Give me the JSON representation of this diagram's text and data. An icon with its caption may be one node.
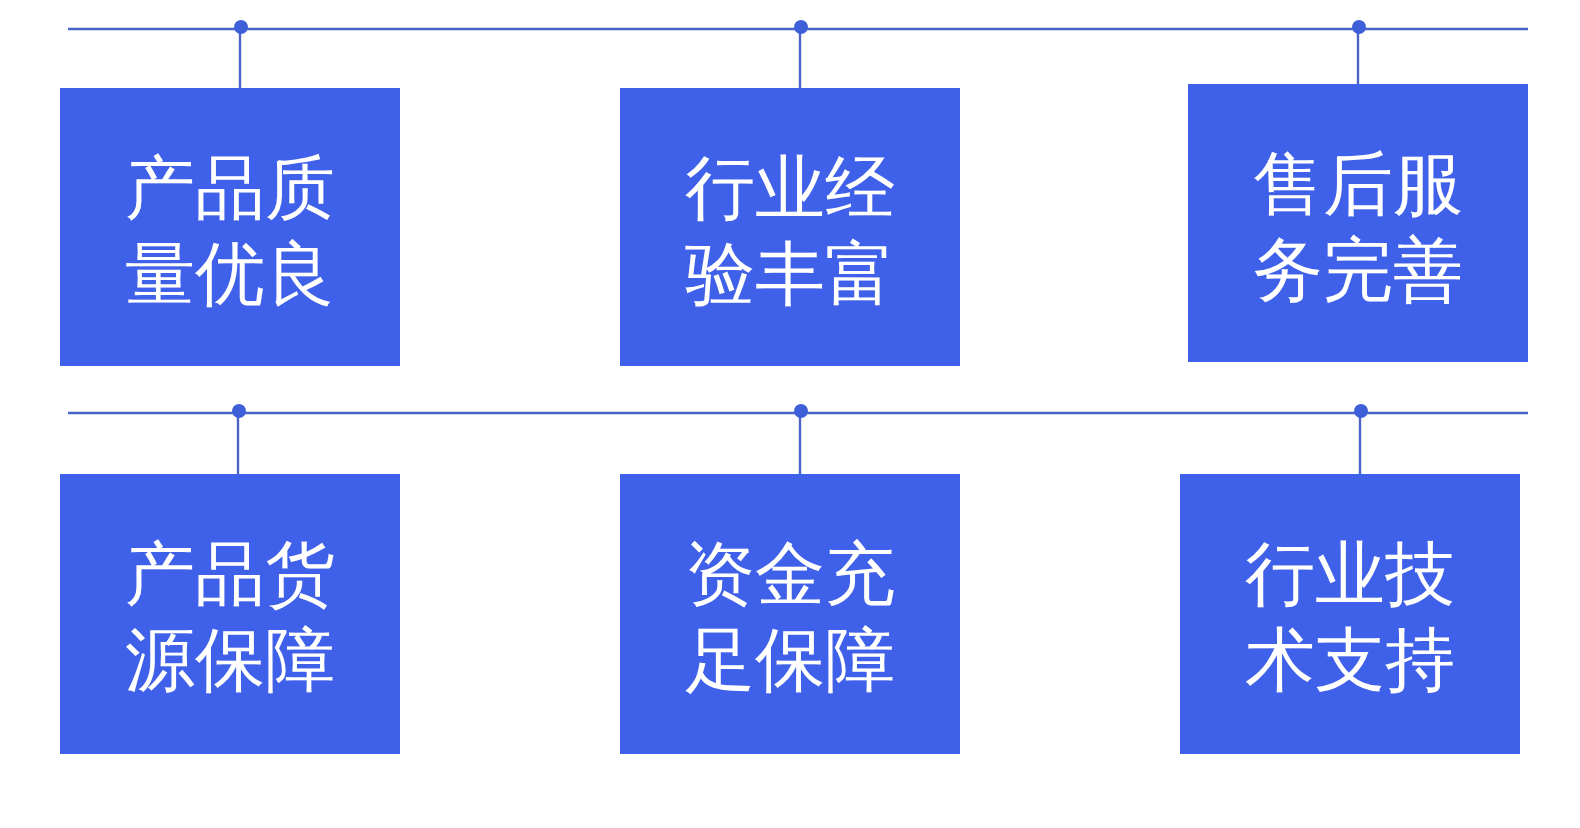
{
  "diagram": {
    "nodes": [
      {
        "text": [],
        "shape": "circle"
      },
      {
        "text": [],
        "shape": "circle"
      },
      {
        "text": [],
        "shape": "circle"
      },
      {
        "text": [
          "产品质量优良"
        ]
      },
      {
        "text": [
          "行业经验丰富"
        ]
      },
      {
        "text": [
          "售后服务完善"
        ]
      },
      {
        "text": [],
        "shape": "circle"
      },
      {
        "text": [],
        "shape": "circle"
      },
      {
        "text": [],
        "shape": "circle"
      },
      {
        "text": [
          "产品货源保障"
        ]
      },
      {
        "text": [
          "资金充足保障"
        ]
      },
      {
        "text": [
          "行业技术支持"
        ]
      }
    ],
    "edges": [
      {
        "from": 0,
        "to": 3,
        "arrow": "none"
      },
      {
        "from": 1,
        "to": 4,
        "arrow": "none"
      },
      {
        "from": 2,
        "to": 5,
        "arrow": "none"
      },
      {
        "from": 6,
        "to": 9,
        "arrow": "none"
      },
      {
        "from": 7,
        "to": 10,
        "arrow": "none"
      },
      {
        "from": 8,
        "to": 11,
        "arrow": "none"
      }
    ]
  }
}
